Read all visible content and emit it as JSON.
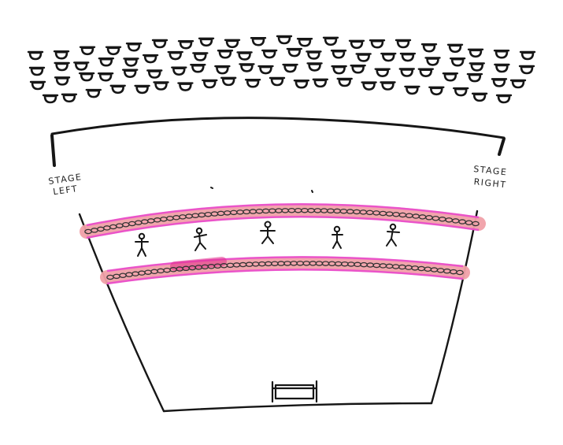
{
  "labels": {
    "stage_left_line1": "STAGE",
    "stage_left_line2": "LEFT",
    "stage_right_line1": "STAGE",
    "stage_right_line2": "RIGHT"
  },
  "colors": {
    "ink": "#161616",
    "highlight_band": "#f0a0a8",
    "highlight_edge": "#e83ecf"
  },
  "icons": {
    "audience_seat": "audience-seat-icon",
    "performer": "stick-figure-icon",
    "stage_prop": "box-prop-icon"
  },
  "counts": {
    "performers": 5,
    "highlighted_rows": 2
  }
}
